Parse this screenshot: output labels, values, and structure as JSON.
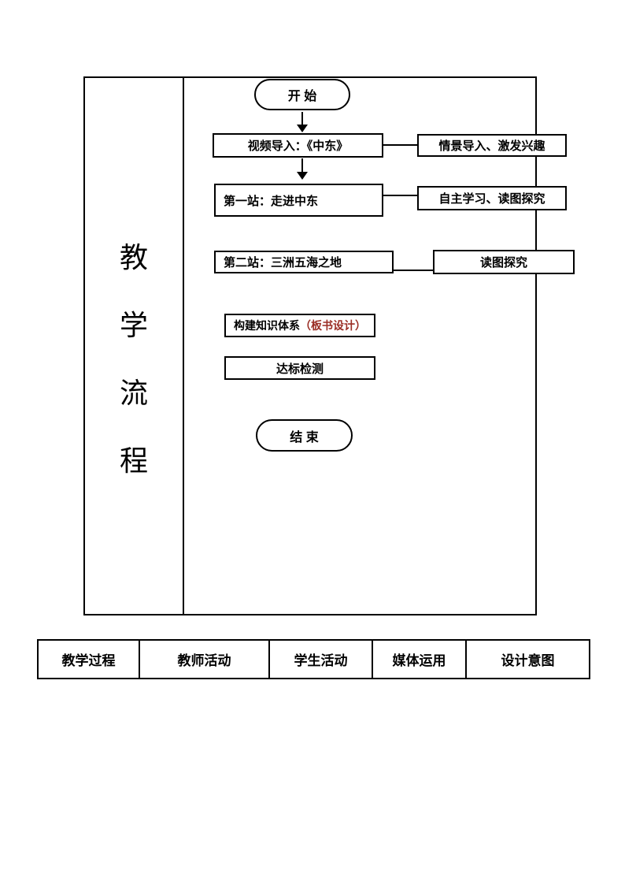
{
  "colors": {
    "line": "#000000",
    "text": "#000000",
    "accent_red": "#9a2d24",
    "background": "#ffffff"
  },
  "sidebar": {
    "title": "教学流程",
    "title_chars": [
      "教",
      "学",
      "流",
      "程"
    ]
  },
  "flowchart": {
    "start_label": "开  始",
    "video_label": "视频导入：《中东》",
    "scene_label": "情景导入、激发兴趣",
    "station1_label": "第一站：走进中东",
    "selfstudy_label": "自主学习、读图探究",
    "station2_label": "第二站：三洲五海之地",
    "reading_label": "读图探究",
    "knowledge_label_main": "构建知识体系",
    "knowledge_label_red": "（板书设计）",
    "test_label": "达标检测",
    "end_label": "结  束"
  },
  "table": {
    "headers": [
      "教学过程",
      "教师活动",
      "学生活动",
      "媒体运用",
      "设计意图"
    ]
  }
}
